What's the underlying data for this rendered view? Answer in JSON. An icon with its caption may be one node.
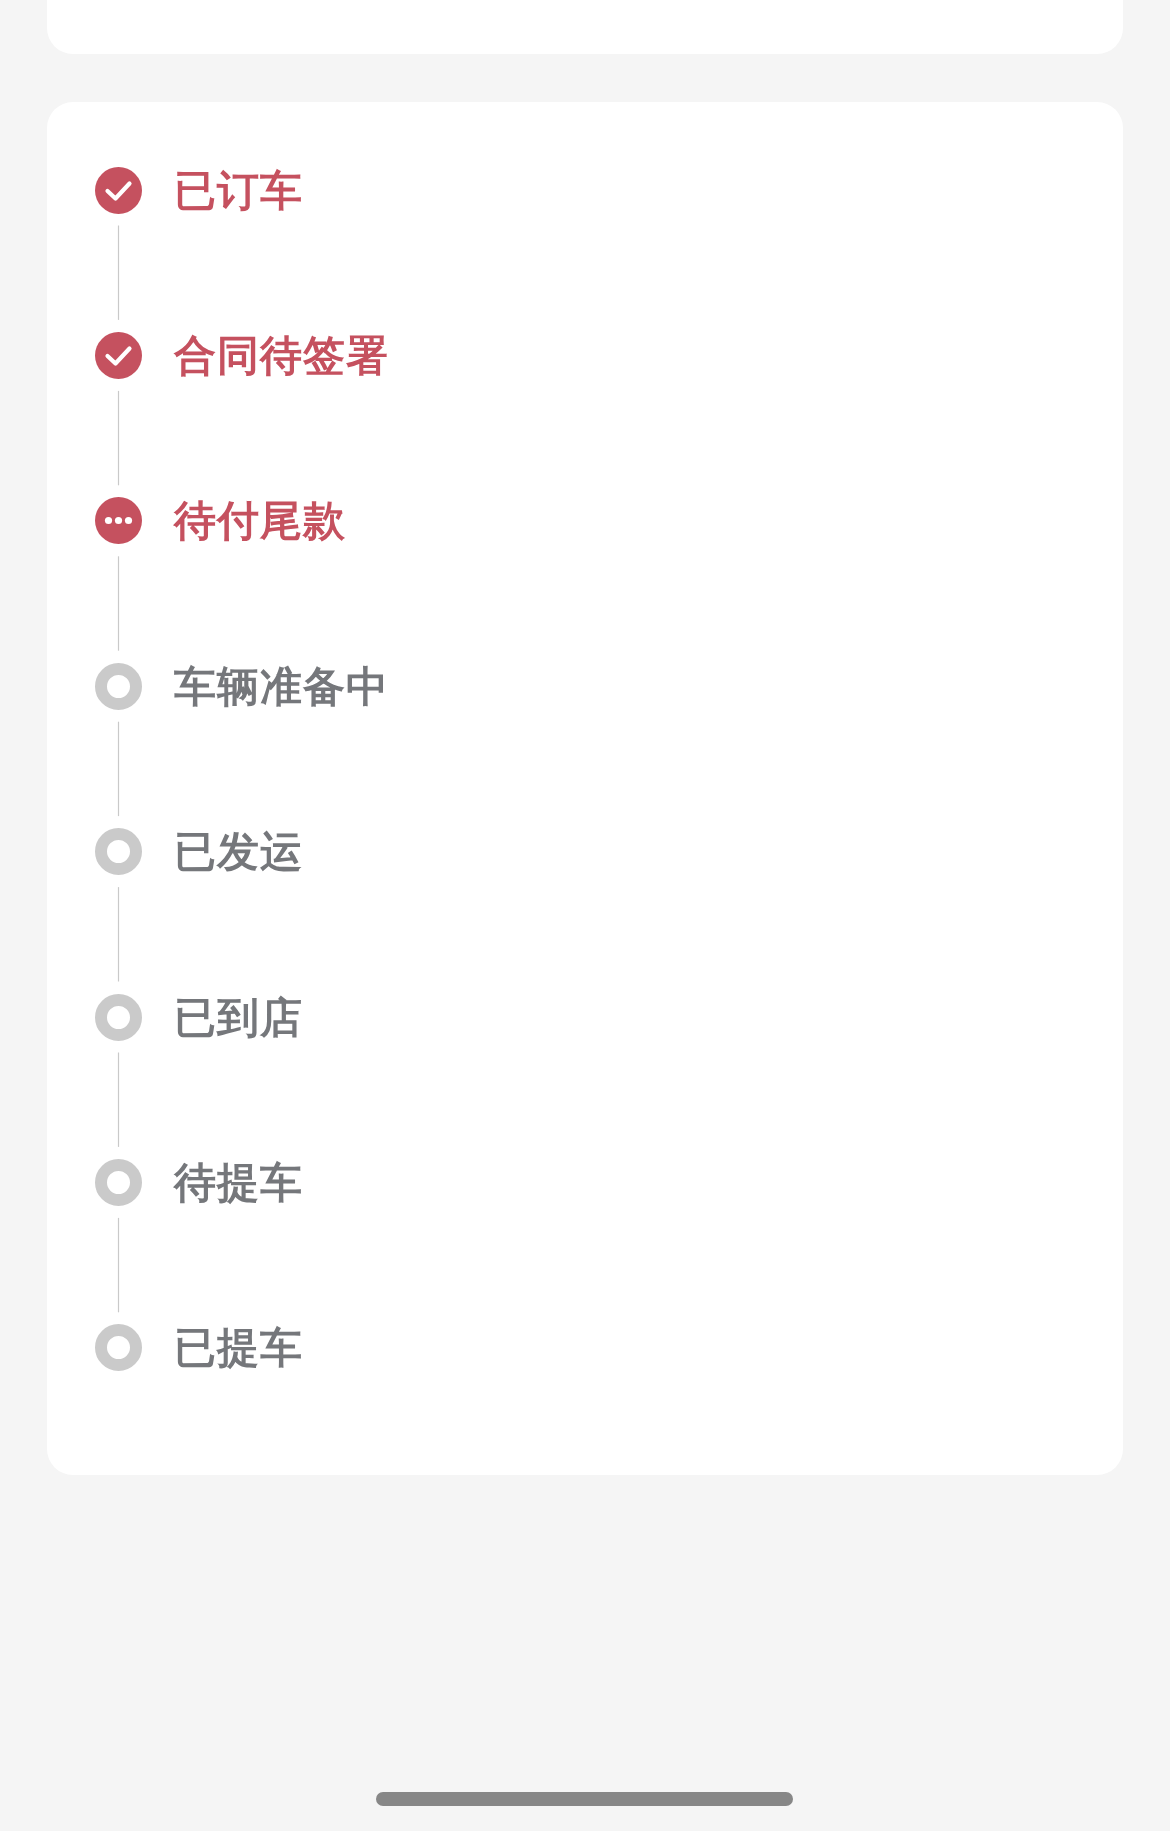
{
  "diagram": {
    "nodes": [
      {
        "text": [
          "已订车"
        ]
      },
      {
        "text": [
          "合同待签署"
        ]
      },
      {
        "text": [
          "待付尾款"
        ]
      },
      {
        "text": [
          "车辆准备中"
        ]
      },
      {
        "text": [
          "已发运"
        ]
      },
      {
        "text": [
          "已到店"
        ]
      },
      {
        "text": [
          "待提车"
        ]
      },
      {
        "text": [
          "已提车"
        ]
      },
      {
        "text": [],
        "shape": "bar"
      }
    ],
    "edges": [
      {
        "from": 0,
        "to": 1,
        "arrow": "none"
      },
      {
        "from": 1,
        "to": 2,
        "arrow": "none"
      },
      {
        "from": 2,
        "to": 3,
        "arrow": "none"
      },
      {
        "from": 3,
        "to": 4,
        "arrow": "none"
      },
      {
        "from": 4,
        "to": 5,
        "arrow": "none"
      },
      {
        "from": 5,
        "to": 6,
        "arrow": "none"
      },
      {
        "from": 6,
        "to": 7,
        "arrow": "none"
      }
    ]
  }
}
